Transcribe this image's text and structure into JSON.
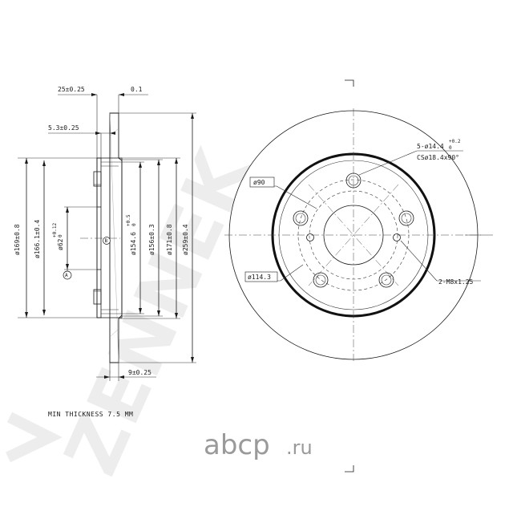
{
  "watermark": {
    "text": "ZENNEK"
  },
  "brand": {
    "name": "abcp",
    "tld": ".ru",
    "color": "#9a9a9a"
  },
  "side_view": {
    "dims_top": {
      "width": "25±0.25",
      "runout": "0.1",
      "hat": "5.3±0.25"
    },
    "dims_vertical": {
      "d169": "ø169±0.8",
      "d166": "ø166.1±0.4",
      "d62": "ø62",
      "d62_tol_upper": "+0.12",
      "d62_tol_lower": "0",
      "d154": "ø154.6",
      "d154_tol_upper": "+0.5",
      "d154_tol_lower": "0",
      "d156": "ø156±0.3",
      "d171": "ø171±0.8",
      "d259": "ø259±0.4"
    },
    "dims_bottom": {
      "thickness": "9±0.25"
    },
    "markers": {
      "a": "A",
      "b": "B"
    }
  },
  "front_view": {
    "labels": {
      "holes": "5-ø14.4",
      "holes_tol_upper": "+0.2",
      "holes_tol_lower": "0",
      "chamfer": "CSø18.4x90°",
      "pcd_inner": "ø90",
      "pcd": "ø114.3",
      "threads": "2-M8x1.25"
    }
  },
  "notes": {
    "min_thickness": "MIN THICKNESS 7.5 MM"
  }
}
